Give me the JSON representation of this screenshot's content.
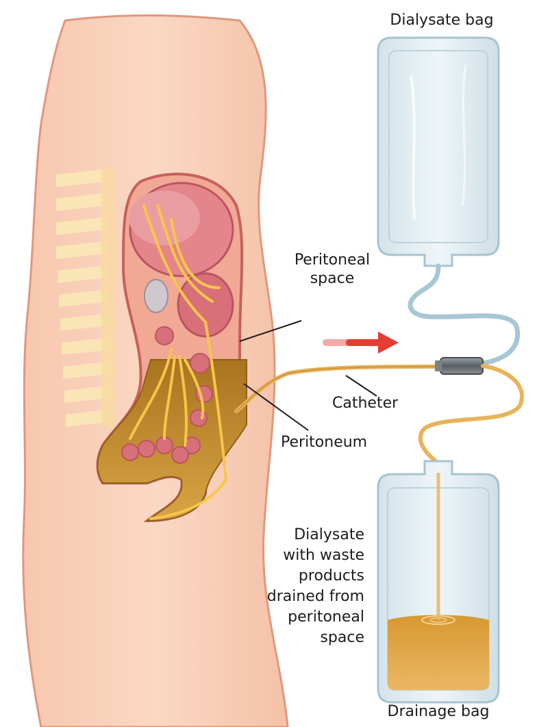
{
  "labels": {
    "dialysate_bag": "Dialysate bag",
    "peritoneal_space": [
      "Peritoneal",
      "space"
    ],
    "catheter": "Catheter",
    "peritoneum": "Peritoneum",
    "waste": [
      "Dialysate",
      "with waste",
      "products",
      "drained from",
      "peritoneal",
      "space"
    ],
    "drainage_bag": "Drainage bag"
  },
  "colors": {
    "skin": "#f9d3bd",
    "skin_outline": "#e0977e",
    "abdominal_cavity": "#f1a895",
    "organ": "#d8707a",
    "peritoneal_fluid": "#c0872a",
    "nerve": "#f6c64c",
    "spine": "#fbe7b6",
    "bag_glass": "#dde9ee",
    "tube_clear": "#a8c7d3",
    "catheter": "#e8b35a",
    "connector": "#6f7478",
    "flow_arrow": "#e43d34",
    "drained_fluid": "#d9a04a"
  }
}
